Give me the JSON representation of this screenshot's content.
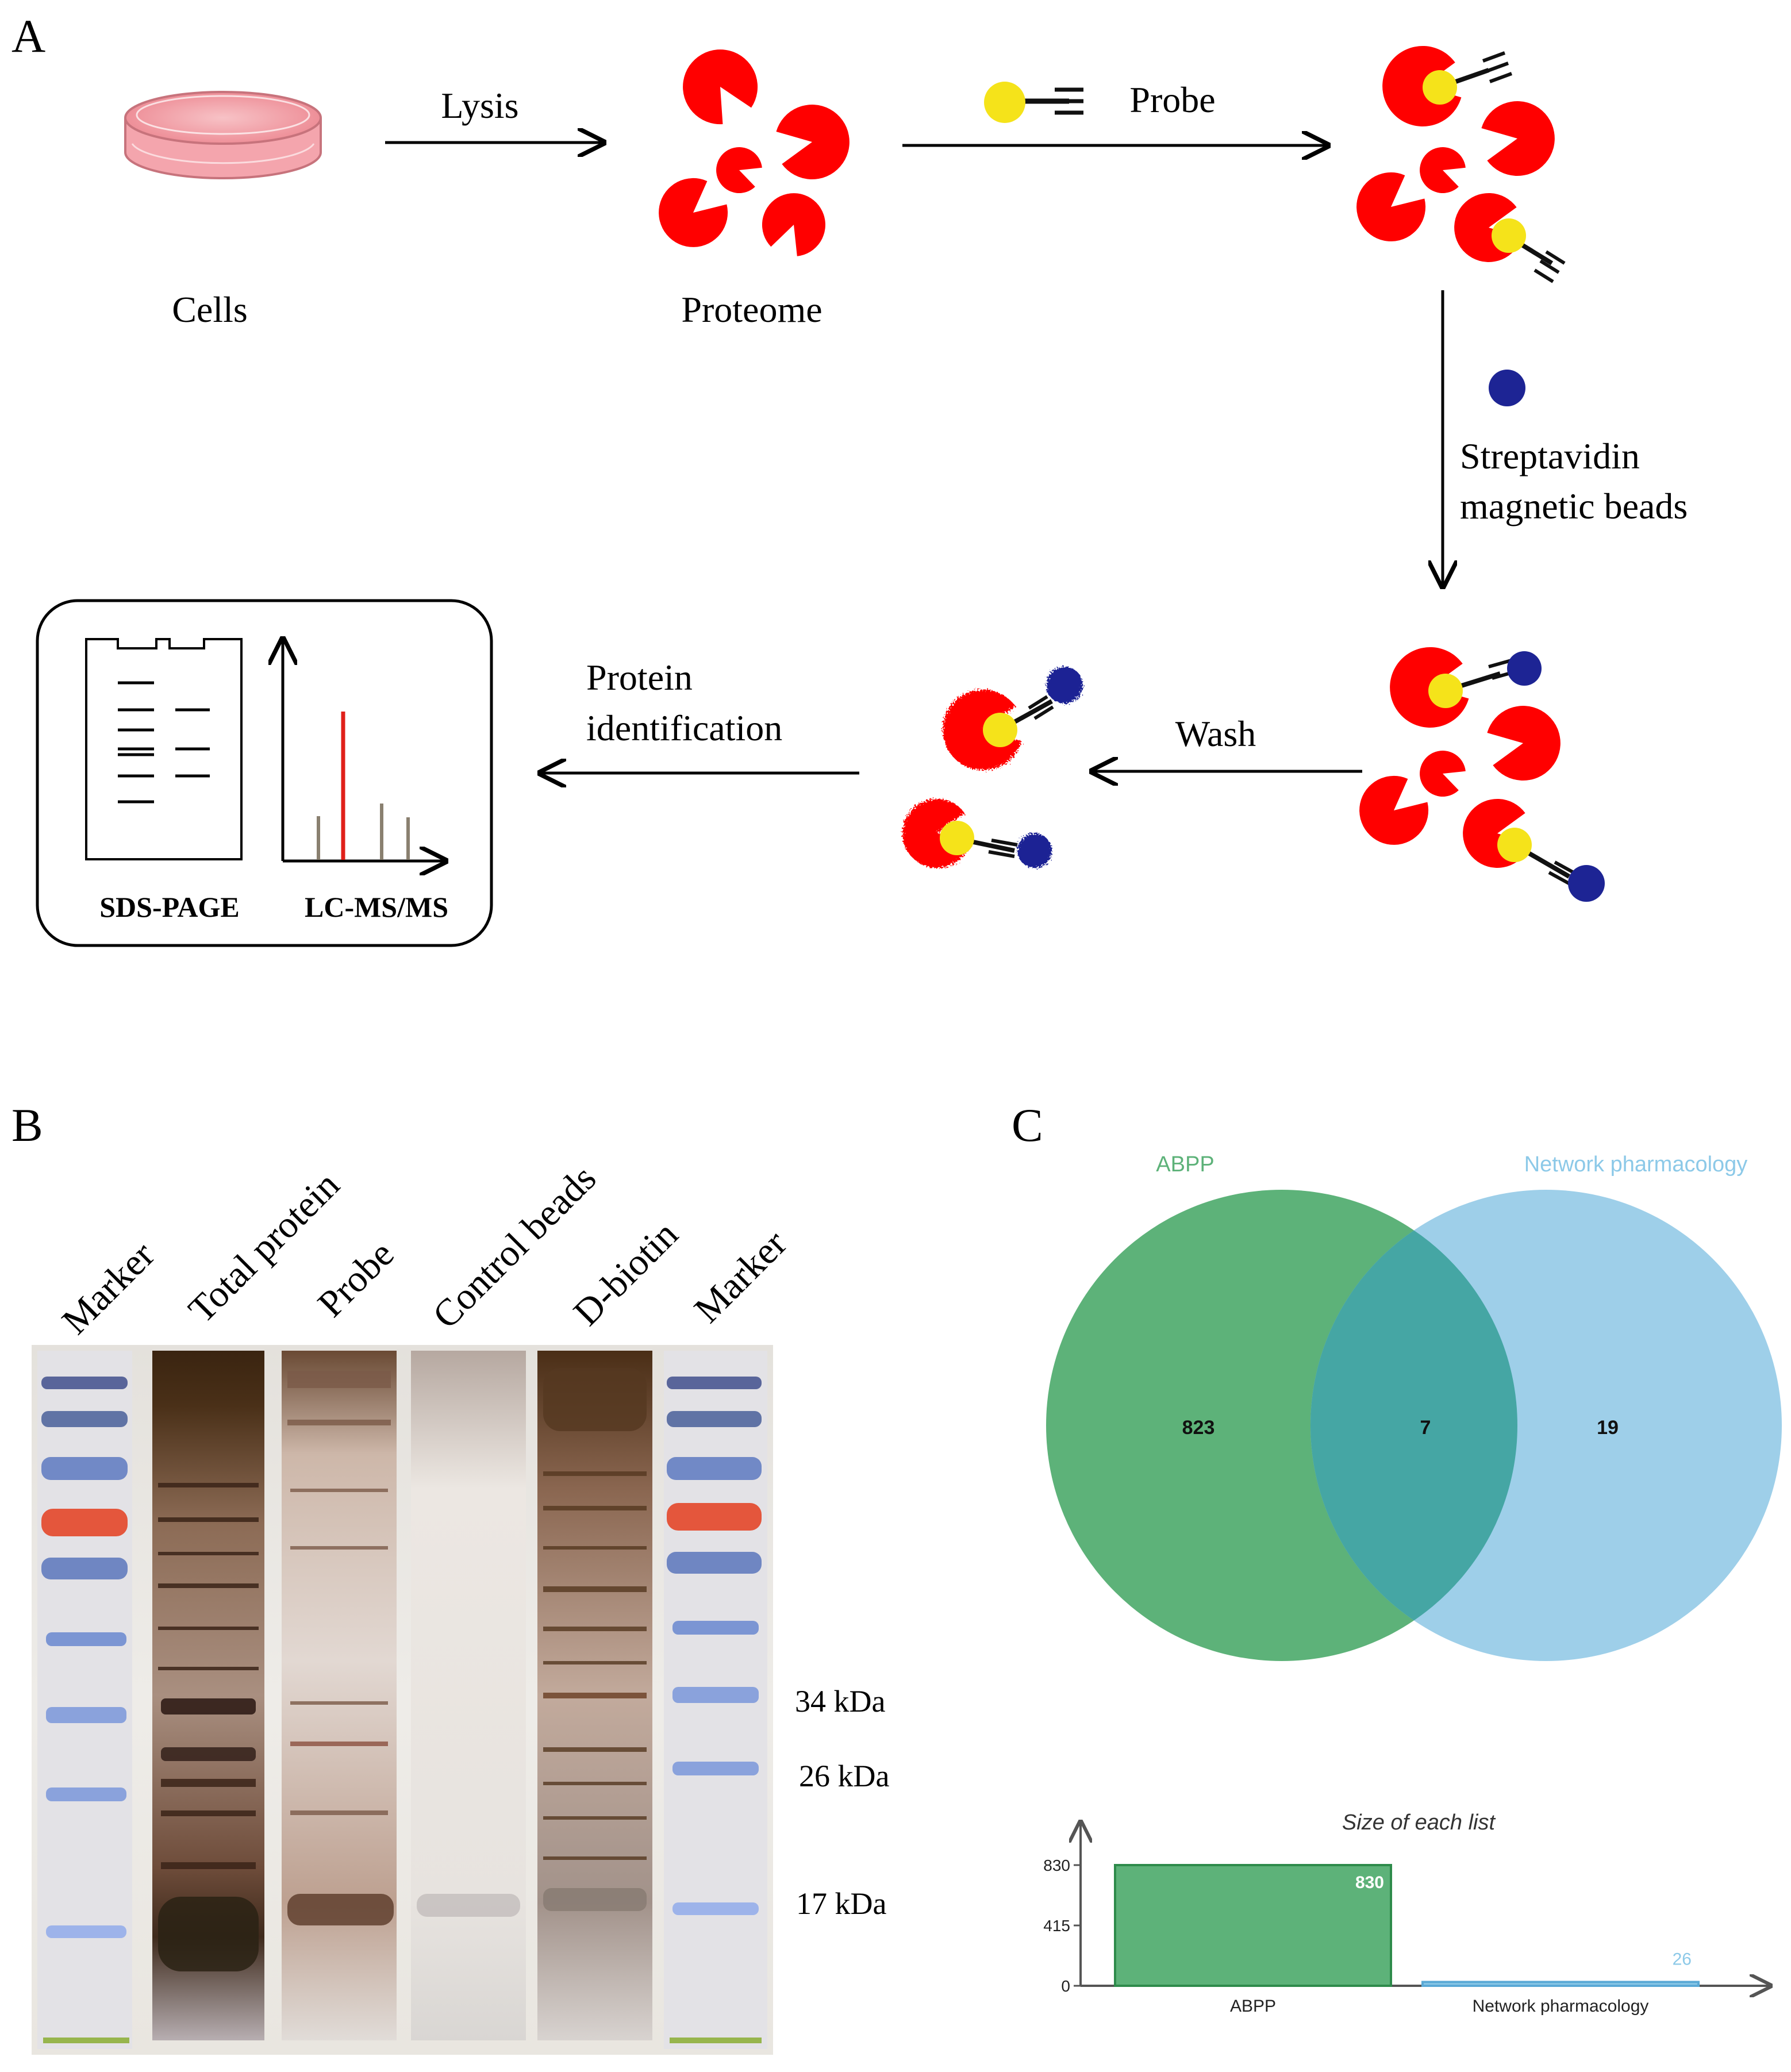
{
  "panels": {
    "a": {
      "letter": "A",
      "labels": {
        "cells": "Cells",
        "proteome": "Proteome",
        "lysis": "Lysis",
        "probe": "Probe",
        "strep_1": "Streptavidin",
        "strep_2": "magnetic beads",
        "wash": "Wash",
        "pid_1": "Protein",
        "pid_2": "identification",
        "sds": "SDS-PAGE",
        "lcms": "LC-MS/MS"
      },
      "colors": {
        "protein": "#ff0000",
        "probe": "#f5e31a",
        "bead": "#1d2494",
        "ms_peak": "#e0201a",
        "ms_minor": "#8a8070"
      }
    },
    "b": {
      "letter": "B",
      "lanes": [
        "Marker",
        "Total protein",
        "Probe",
        "Control beads",
        "D-biotin",
        "Marker"
      ],
      "mw_markers": [
        "34 kDa",
        "26 kDa",
        "17 kDa"
      ]
    },
    "c": {
      "letter": "C",
      "venn": {
        "set1_name": "ABPP",
        "set2_name": "Network pharmacology",
        "only1": "823",
        "both": "7",
        "only2": "19",
        "colors": {
          "set1": "#5db279",
          "set2": "#9ecfe9",
          "overlap": "#45a6a4",
          "set1_label": "#5db279",
          "set2_label": "#8cc9e8"
        }
      },
      "chart_data": {
        "type": "bar",
        "title": "Size of each list",
        "categories": [
          "ABPP",
          "Network pharmacology"
        ],
        "values": [
          830,
          26
        ],
        "value_labels": [
          "830",
          "26"
        ],
        "yticks": [
          "830",
          "415",
          "0"
        ],
        "ylim": [
          0,
          830
        ],
        "colors": [
          "#5db279",
          "#8cc9e8"
        ]
      }
    }
  }
}
